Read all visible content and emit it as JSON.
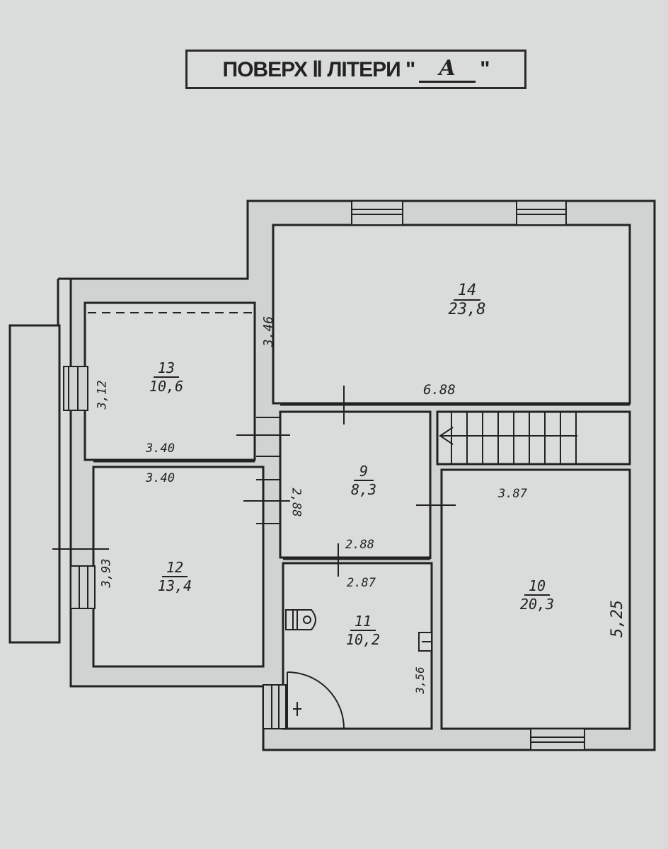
{
  "title": {
    "prefix": "ПОВЕРХ Ⅱ ЛІТЕРИ \"",
    "letter": "А",
    "suffix": "\""
  },
  "colors": {
    "background": "#d9dcda",
    "wall_fill": "#cfd3d2",
    "line": "#222222"
  },
  "rooms": [
    {
      "number": "14",
      "area": "23,8"
    },
    {
      "number": "13",
      "area": "10,6"
    },
    {
      "number": "12",
      "area": "13,4"
    },
    {
      "number": "9",
      "area": "8,3"
    },
    {
      "number": "10",
      "area": "20,3"
    },
    {
      "number": "11",
      "area": "10,2"
    }
  ],
  "dimensions": {
    "room14_width": "6.88",
    "room14_height": "3,46",
    "room13_width": "3.40",
    "room13_height": "3,12",
    "room12_width": "3.40",
    "room12_height": "3,93",
    "room9_width": "2.88",
    "room9_height": "2,88",
    "room10_width": "3.87",
    "room10_height": "5,25",
    "room11_width": "2.87",
    "room11_height": "3,56"
  },
  "symbols": {
    "stair_arrow": "←",
    "stair_icon": "staircase",
    "toilet_icon": "toilet",
    "sink_icon": "sink",
    "door_swing_icon": "door-swing"
  }
}
